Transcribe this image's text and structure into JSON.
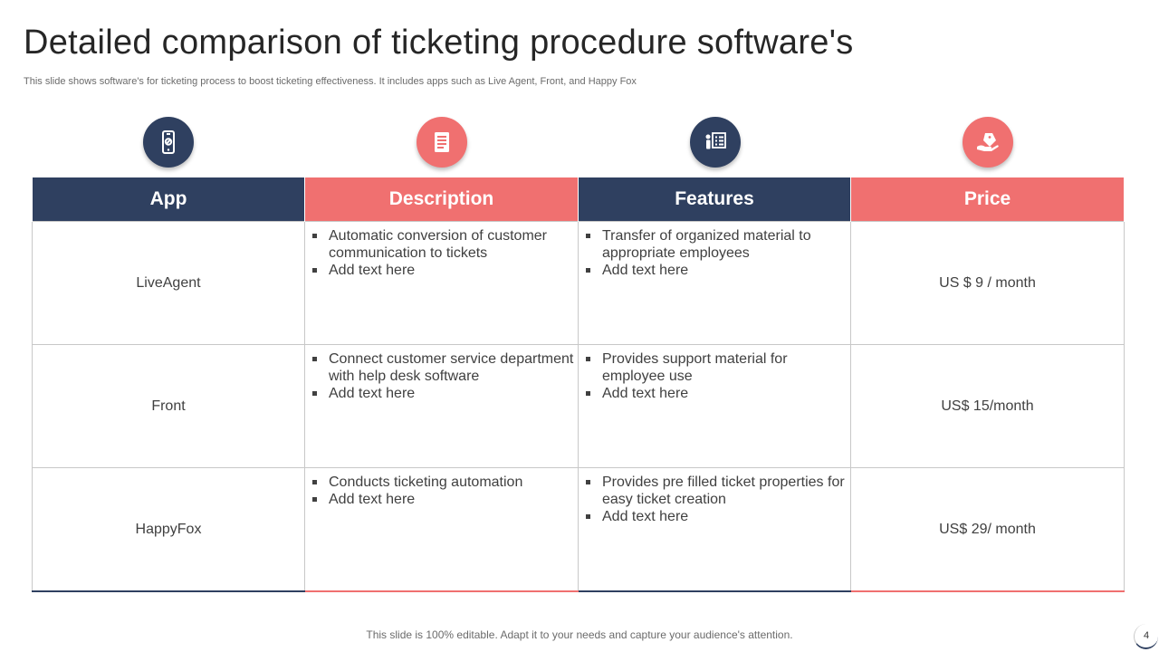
{
  "slide": {
    "title": "Detailed comparison of ticketing procedure software's",
    "subtitle": "This slide shows software's for ticketing process to boost ticketing effectiveness. It includes apps such as Live Agent, Front,  and Happy Fox",
    "footer": "This slide is 100% editable. Adapt it to your needs and capture your audience's attention.",
    "page_number": "4"
  },
  "colors": {
    "navy": "#2f4060",
    "coral": "#f07070"
  },
  "icons": [
    "mobile-app-icon",
    "document-list-icon",
    "presentation-board-icon",
    "price-tag-hand-icon"
  ],
  "table": {
    "headers": [
      "App",
      "Description",
      "Features",
      "Price"
    ],
    "rows": [
      {
        "app": "LiveAgent",
        "description": [
          "Automatic conversion of customer communication to tickets",
          "Add text here"
        ],
        "features": [
          "Transfer of organized material to appropriate employees",
          "Add text here"
        ],
        "price": "US $ 9 / month"
      },
      {
        "app": "Front",
        "description": [
          "Connect customer service department with help desk software",
          "Add text here"
        ],
        "features": [
          "Provides support material for employee use",
          "Add text here"
        ],
        "price": "US$ 15/month"
      },
      {
        "app": "HappyFox",
        "description": [
          "Conducts ticketing automation",
          "Add text here"
        ],
        "features": [
          "Provides pre filled ticket properties for easy ticket creation",
          "Add text here"
        ],
        "price": "US$ 29/ month"
      }
    ]
  }
}
